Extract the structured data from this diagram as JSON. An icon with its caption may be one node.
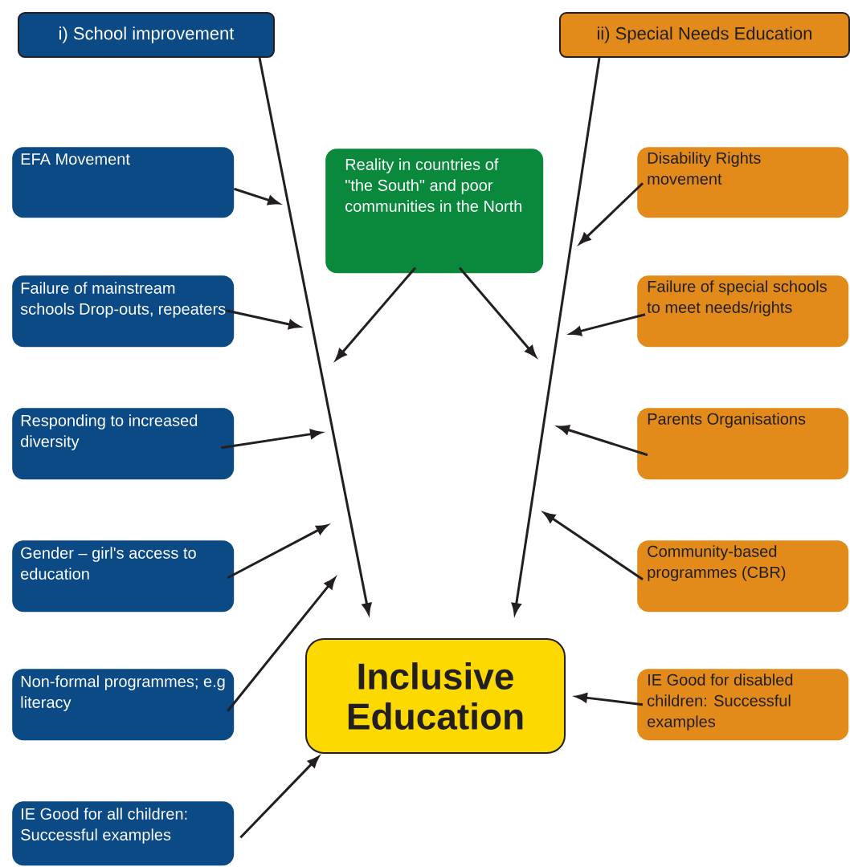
{
  "diagram": {
    "nodes": [
      {
        "text": [
          "i) School improvement"
        ]
      },
      {
        "text": [
          "ii) Special Needs Education"
        ]
      },
      {
        "text": [
          "EFA Movement"
        ]
      },
      {
        "text": [
          "Failure of mainstream schools Drop-outs, repeaters"
        ]
      },
      {
        "text": [
          "Responding to increased diversity"
        ]
      },
      {
        "text": [
          "Gender – girl's access to education"
        ]
      },
      {
        "text": [
          "Non-formal programmes; e.g literacy"
        ]
      },
      {
        "text": [
          "IE Good for all children: Successful examples"
        ]
      },
      {
        "text": [
          "Reality in countries of \"the South\" and poor communities in the North"
        ]
      },
      {
        "text": [
          "Disability Rights movement"
        ]
      },
      {
        "text": [
          "Failure of special schools to meet needs/rights"
        ]
      },
      {
        "text": [
          "Parents Organisations"
        ]
      },
      {
        "text": [
          "Community-based programmes (CBR)"
        ]
      },
      {
        "text": [
          "IE Good for disabled children: Successful examples"
        ]
      },
      {
        "text": [
          "Inclusive Education"
        ]
      }
    ],
    "edges": [
      {
        "from": 0,
        "to": 14,
        "arrow": "to"
      },
      {
        "from": 1,
        "to": 14,
        "arrow": "to"
      },
      {
        "from": 2,
        "to": null,
        "arrow": "to"
      },
      {
        "from": 3,
        "to": null,
        "arrow": "to"
      },
      {
        "from": 4,
        "to": null,
        "arrow": "to"
      },
      {
        "from": 5,
        "to": null,
        "arrow": "to"
      },
      {
        "from": 6,
        "to": null,
        "arrow": "to"
      },
      {
        "from": 7,
        "to": 14,
        "arrow": "to"
      },
      {
        "from": 8,
        "to": null,
        "arrow": "to"
      },
      {
        "from": 8,
        "to": null,
        "arrow": "to"
      },
      {
        "from": 9,
        "to": null,
        "arrow": "to"
      },
      {
        "from": 10,
        "to": null,
        "arrow": "to"
      },
      {
        "from": 11,
        "to": null,
        "arrow": "to"
      },
      {
        "from": 12,
        "to": null,
        "arrow": "to"
      },
      {
        "from": 13,
        "to": 14,
        "arrow": "to"
      }
    ]
  }
}
